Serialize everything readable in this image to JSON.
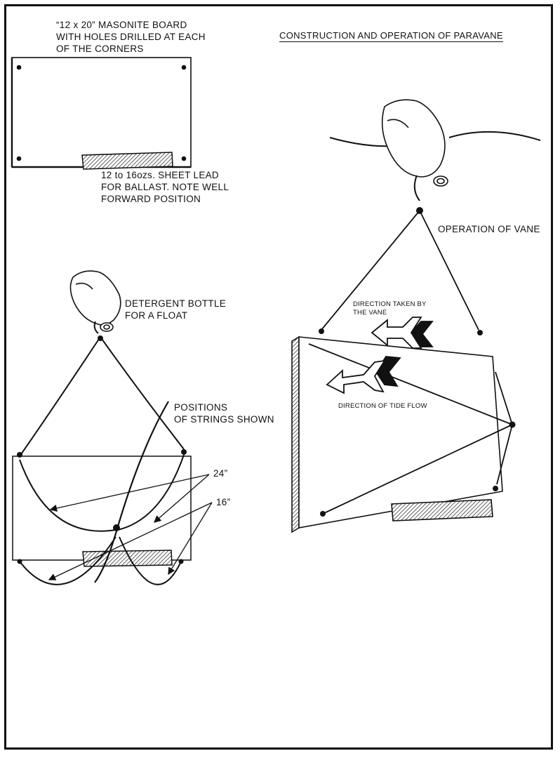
{
  "title": "CONSTRUCTION AND OPERATION OF PARAVANE",
  "labels": {
    "masonite_board": [
      "“12 x 20” MASONITE BOARD",
      "WITH HOLES DRILLED AT EACH",
      "OF THE CORNERS"
    ],
    "ballast": [
      "12 to 16ozs. SHEET LEAD",
      "FOR BALLAST. NOTE WELL",
      "FORWARD POSITION"
    ],
    "float": [
      "DETERGENT BOTTLE",
      "FOR A FLOAT"
    ],
    "strings": [
      "POSITIONS",
      "OF STRINGS SHOWN"
    ],
    "len_24": "24”",
    "len_16": "16”",
    "operation": "OPERATION OF VANE",
    "vane_direction": [
      "DIRECTION TAKEN BY",
      "THE VANE"
    ],
    "tide_direction": "DIRECTION OF TIDE FLOW"
  }
}
